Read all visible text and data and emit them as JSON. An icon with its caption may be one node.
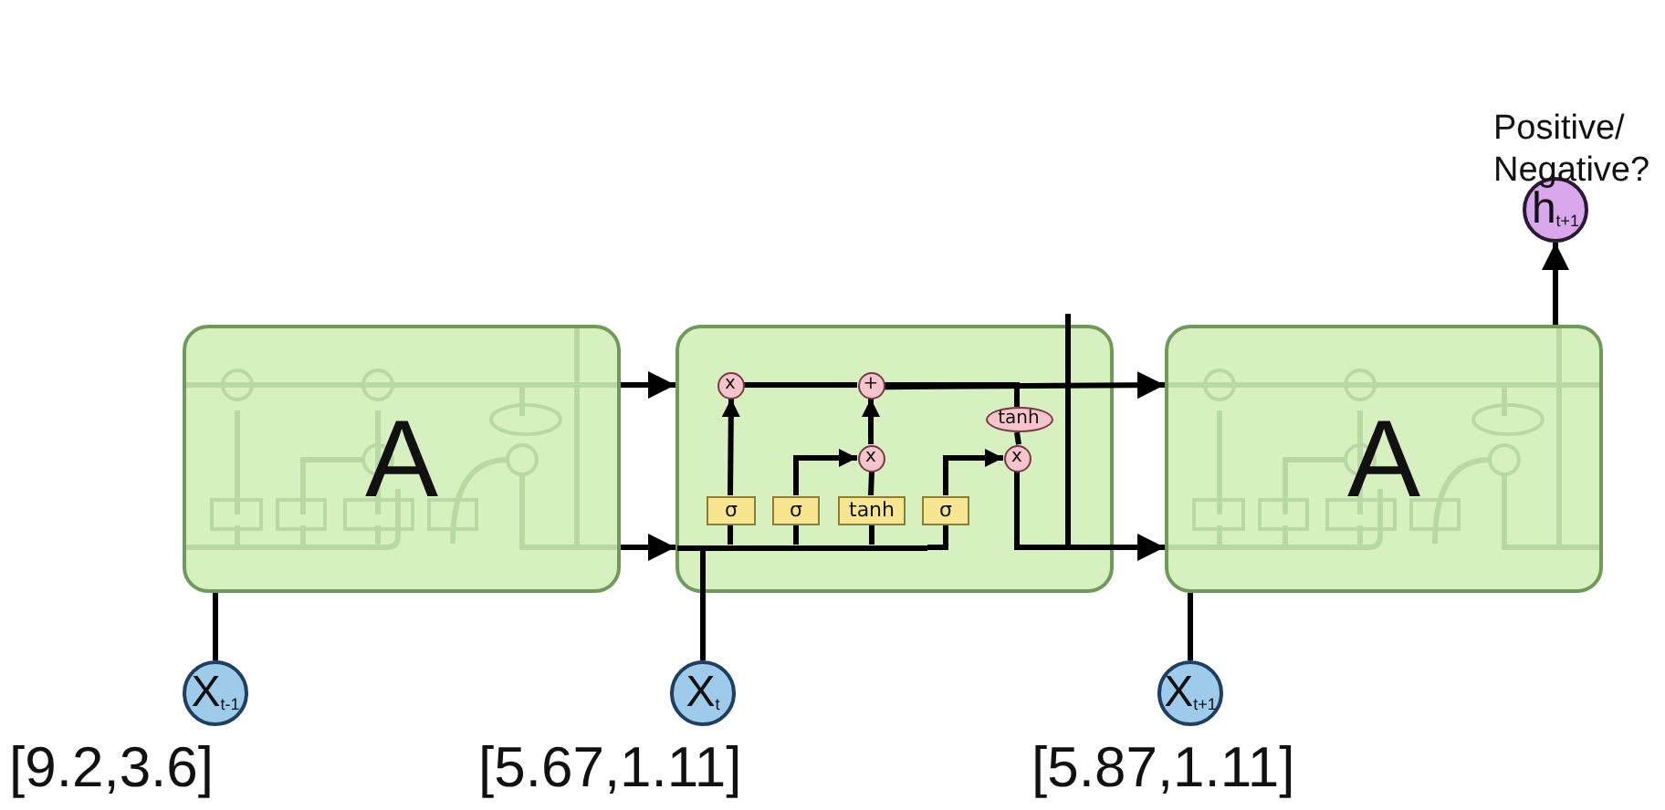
{
  "diagram": {
    "nodes": [
      {
        "text": [
          "A"
        ]
      },
      {
        "text": [],
        "shape": "box"
      },
      {
        "text": [
          "x"
        ],
        "in": 1
      },
      {
        "text": [
          "+"
        ],
        "in": 1
      },
      {
        "text": [
          "σ"
        ],
        "in": 1
      },
      {
        "text": [
          "σ"
        ],
        "in": 1
      },
      {
        "text": [
          "tanh"
        ],
        "in": 1
      },
      {
        "text": [
          "x"
        ],
        "in": 1
      },
      {
        "text": [
          "σ"
        ],
        "in": 1
      },
      {
        "text": [
          "tanh"
        ],
        "in": 1
      },
      {
        "text": [
          "x"
        ],
        "in": 1
      },
      {
        "text": [
          "A"
        ]
      },
      {
        "text": [
          "X$_{t-1}$"
        ],
        "beside": [
          "[9.2,3.6]"
        ]
      },
      {
        "text": [
          "X$_{t}$"
        ],
        "beside": [
          "[5.67,1.11]"
        ]
      },
      {
        "text": [
          "X$_{t+1}$"
        ],
        "beside": [
          "[5.87,1.11]"
        ]
      },
      {
        "text": [
          "h$_{t+1}$"
        ],
        "beside": [
          "Positive/ Negative?"
        ]
      },
      {
        "text": [],
        "shape": "bar",
        "in": 1
      }
    ],
    "edges": [
      {
        "from": 12,
        "to": 0,
        "arrow": "none"
      },
      {
        "from": 0,
        "to": 1,
        "arrow": "to"
      },
      {
        "from": 0,
        "to": 1,
        "arrow": "to"
      },
      {
        "from": 13,
        "to": 16,
        "arrow": "none"
      },
      {
        "from": 4,
        "to": 2,
        "arrow": "to"
      },
      {
        "from": 5,
        "to": 7,
        "arrow": "to"
      },
      {
        "from": 6,
        "to": 7,
        "arrow": "none"
      },
      {
        "from": 7,
        "to": 3,
        "arrow": "to"
      },
      {
        "from": 8,
        "to": 10,
        "arrow": "to"
      },
      {
        "from": 2,
        "to": 3,
        "arrow": "none"
      },
      {
        "from": 3,
        "to": 9,
        "arrow": "none"
      },
      {
        "from": 9,
        "to": 10,
        "arrow": "none"
      },
      {
        "from": 3,
        "to": 11,
        "arrow": "to"
      },
      {
        "from": 10,
        "to": 11,
        "arrow": "to"
      },
      {
        "from": 14,
        "to": 11,
        "arrow": "none"
      },
      {
        "from": 11,
        "to": 15,
        "arrow": "to"
      },
      {
        "from": 10,
        "to": null,
        "arrow": "none"
      },
      {
        "from": 16,
        "to": 4,
        "arrow": "none"
      },
      {
        "from": 16,
        "to": 5,
        "arrow": "none"
      },
      {
        "from": 16,
        "to": 6,
        "arrow": "none"
      },
      {
        "from": 16,
        "to": 8,
        "arrow": "none"
      }
    ]
  }
}
